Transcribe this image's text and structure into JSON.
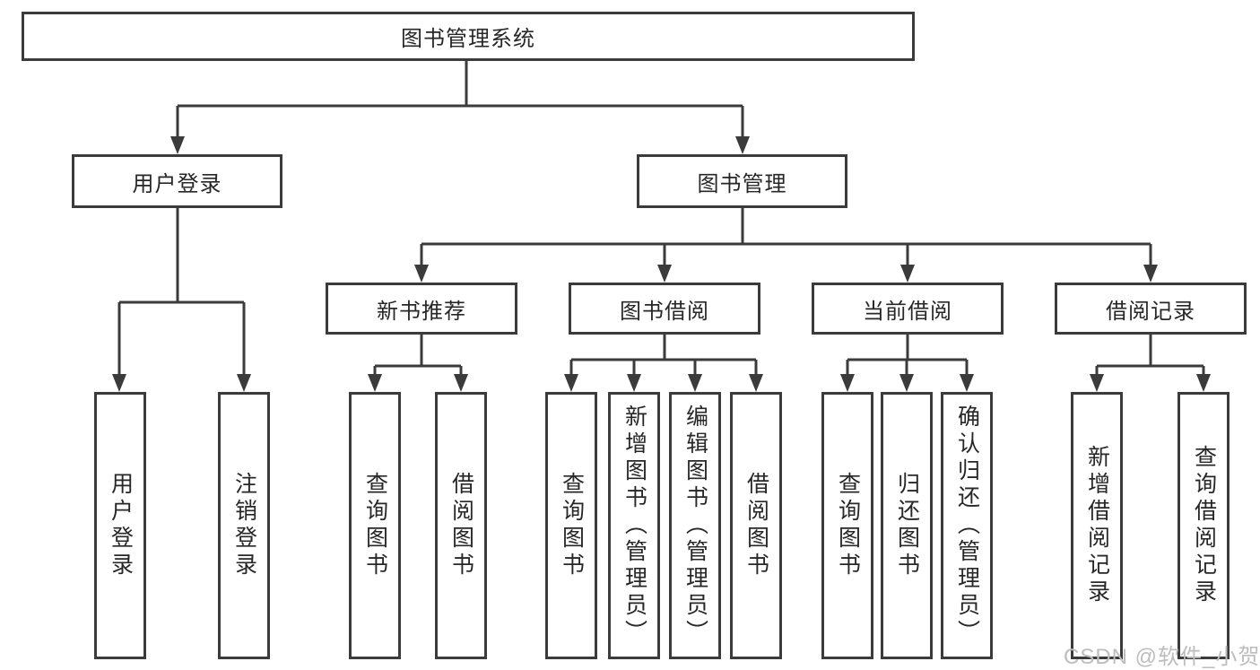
{
  "colors": {
    "line": "#3b3b3b",
    "box_border": "#3b3b3b",
    "text": "#272727",
    "background": "#ffffff",
    "watermark": "#bdbdbd"
  },
  "tree": {
    "root": {
      "label": "图书管理系统"
    },
    "branches": [
      {
        "label": "用户登录",
        "children": [
          {
            "label": "用户登录"
          },
          {
            "label": "注销登录"
          }
        ]
      },
      {
        "label": "图书管理",
        "children": [
          {
            "label": "新书推荐",
            "children": [
              {
                "label": "查询图书"
              },
              {
                "label": "借阅图书"
              }
            ]
          },
          {
            "label": "图书借阅",
            "children": [
              {
                "label": "查询图书"
              },
              {
                "label": "新增图书（管理员）"
              },
              {
                "label": "编辑图书（管理员）"
              },
              {
                "label": "借阅图书"
              }
            ]
          },
          {
            "label": "当前借阅",
            "children": [
              {
                "label": "查询图书"
              },
              {
                "label": "归还图书"
              },
              {
                "label": "确认归还（管理员）"
              }
            ]
          },
          {
            "label": "借阅记录",
            "children": [
              {
                "label": "新增借阅记录"
              },
              {
                "label": "查询借阅记录"
              }
            ]
          }
        ]
      }
    ]
  },
  "watermark": "CSDN @软件_小贺同学"
}
